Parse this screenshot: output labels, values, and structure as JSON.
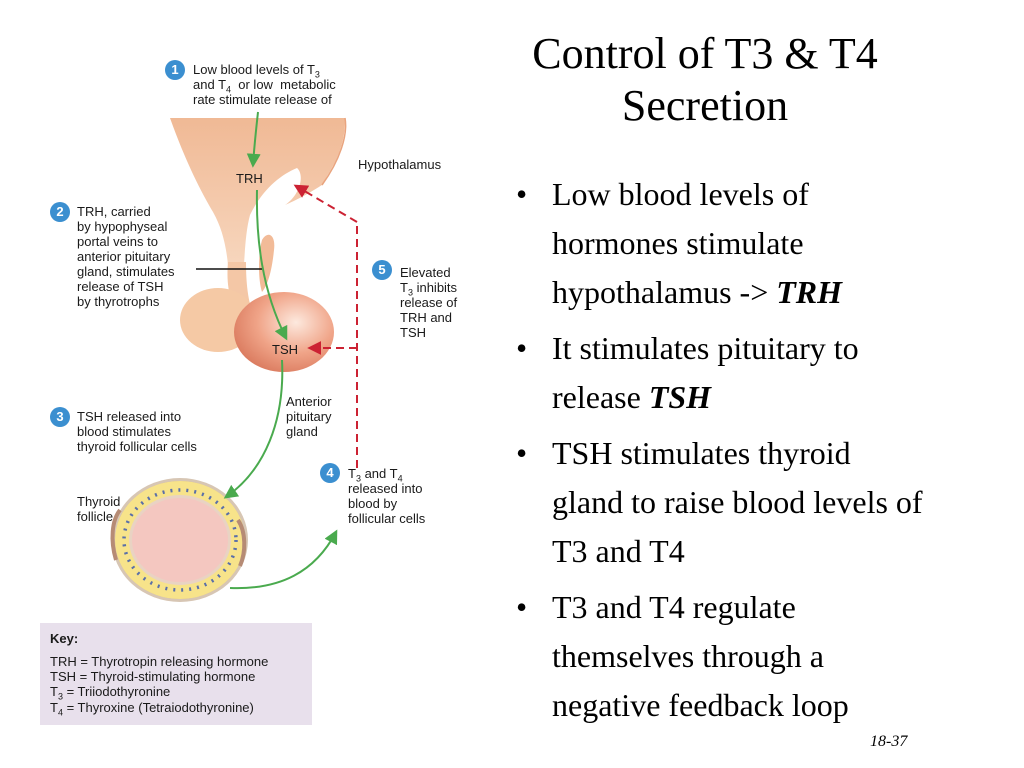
{
  "slide": {
    "title_line1": "Control of T3 & T4",
    "title_line2": "Secretion",
    "bullets": [
      {
        "line1": "Low blood levels of",
        "line2": "hormones stimulate",
        "line3_pre": "hypothalamus -> ",
        "line3_em": "TRH"
      },
      {
        "line1": "It stimulates pituitary to",
        "line2_pre": "release ",
        "line2_em": "TSH"
      },
      {
        "line1": "TSH stimulates thyroid",
        "line2": "gland to raise blood levels of",
        "line3": "T3 and T4"
      },
      {
        "line1": "T3 and T4 regulate",
        "line2": "themselves through a",
        "line3": "negative feedback loop"
      }
    ],
    "slide_number": "18-37"
  },
  "diagram": {
    "step1": {
      "num": "1",
      "l1_pre": "Low blood levels of T",
      "l1_sub": "3",
      "l2_pre": "and T",
      "l2_sub": "4",
      "l2_post": "  or low  metabolic",
      "l3": "rate stimulate release of"
    },
    "step2": {
      "num": "2",
      "lines": [
        "TRH, carried",
        "by hypophyseal",
        "portal veins to",
        "anterior pituitary",
        "gland, stimulates",
        "release of TSH",
        "by thyrotrophs"
      ]
    },
    "step3": {
      "num": "3",
      "lines": [
        "TSH released into",
        "blood stimulates",
        "thyroid follicular cells"
      ]
    },
    "step4": {
      "num": "4",
      "l1_pre": "T",
      "l1_sub1": "3",
      "l1_mid": " and T",
      "l1_sub2": "4",
      "lines": [
        "released into",
        "blood by",
        "follicular cells"
      ]
    },
    "step5": {
      "num": "5",
      "l1": "Elevated",
      "l2_pre": "T",
      "l2_sub": "3",
      "l2_post": " inhibits",
      "lines": [
        "release of",
        "TRH and",
        "TSH"
      ]
    },
    "labels": {
      "hypothalamus": "Hypothalamus",
      "trh": "TRH",
      "tsh": "TSH",
      "anterior_pituitary": [
        "Anterior",
        "pituitary",
        "gland"
      ],
      "thyroid_follicle": [
        "Thyroid",
        "follicle"
      ]
    },
    "key": {
      "title": "Key:",
      "trh": "TRH = Thyrotropin releasing hormone",
      "tsh": "TSH = Thyroid-stimulating hormone",
      "t3_pre": "T",
      "t3_sub": "3",
      "t3_post": " = Triiodothyronine",
      "t4_pre": "T",
      "t4_sub": "4",
      "t4_post": " = Thyroxine (Tetraiodothyronine)"
    },
    "colors": {
      "tissue": "#f3c9a6",
      "tissue_dark": "#e9a47e",
      "pituitary": "#e8967a",
      "green_arrow": "#4aaa4e",
      "red_arrow": "#cc2233",
      "step_badge": "#3b8fd0",
      "key_bg": "#e8e0ec"
    }
  }
}
